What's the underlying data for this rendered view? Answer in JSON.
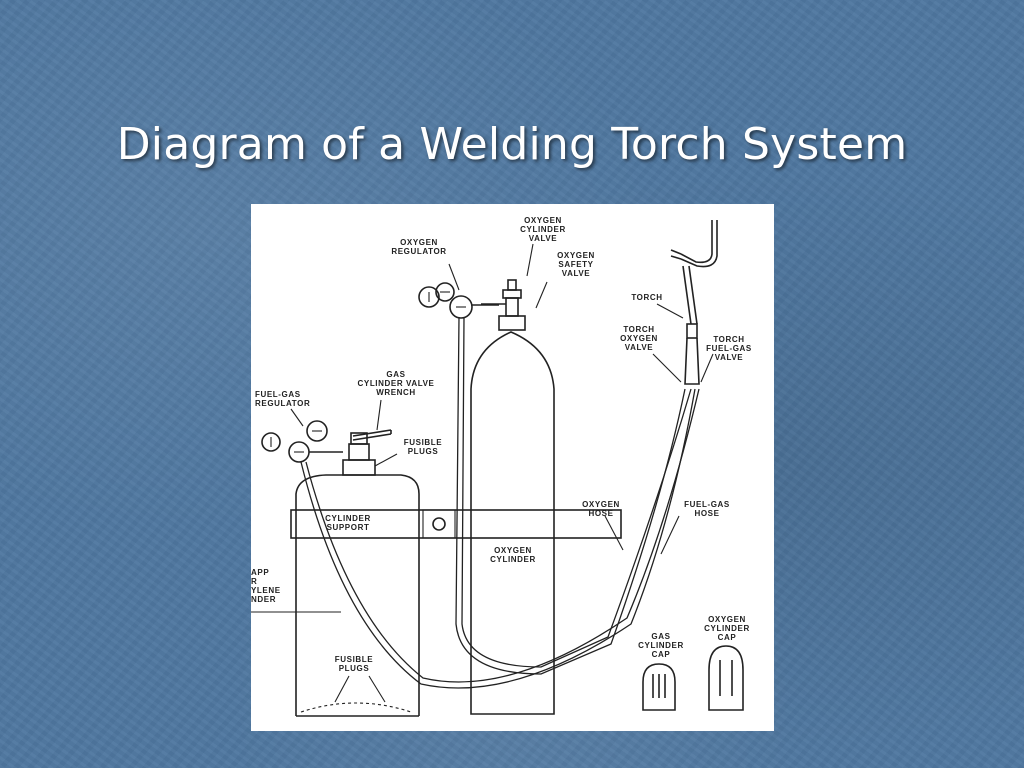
{
  "slide": {
    "title": "Diagram of a Welding Torch System"
  },
  "diagram": {
    "labels": {
      "oxygen_cylinder_valve": [
        "OXYGEN",
        "CYLINDER",
        "VALVE"
      ],
      "oxygen_regulator": [
        "OXYGEN",
        "REGULATOR"
      ],
      "oxygen_safety_valve": [
        "OXYGEN",
        "SAFETY",
        "VALVE"
      ],
      "torch": [
        "TORCH"
      ],
      "torch_oxygen_valve": [
        "TORCH",
        "OXYGEN",
        "VALVE"
      ],
      "torch_fuel_gas_valve": [
        "TORCH",
        "FUEL-GAS",
        "VALVE"
      ],
      "gas_cylinder_valve_wrench": [
        "GAS",
        "CYLINDER VALVE",
        "WRENCH"
      ],
      "fuel_gas_regulator": [
        "FUEL-GAS",
        "REGULATOR"
      ],
      "fusible_plugs_top": [
        "FUSIBLE",
        "PLUGS"
      ],
      "cylinder_support": [
        "CYLINDER",
        "SUPPORT"
      ],
      "oxygen_cylinder": [
        "OXYGEN",
        "CYLINDER"
      ],
      "oxygen_hose": [
        "OXYGEN",
        "HOSE"
      ],
      "fuel_gas_hose": [
        "FUEL-GAS",
        "HOSE"
      ],
      "mapp_acetylene_cylinder": [
        "APP",
        "R",
        "YLENE",
        "NDER"
      ],
      "fusible_plugs_bottom": [
        "FUSIBLE",
        "PLUGS"
      ],
      "gas_cylinder_cap": [
        "GAS",
        "CYLINDER",
        "CAP"
      ],
      "oxygen_cylinder_cap": [
        "OXYGEN",
        "CYLINDER",
        "CAP"
      ]
    }
  }
}
